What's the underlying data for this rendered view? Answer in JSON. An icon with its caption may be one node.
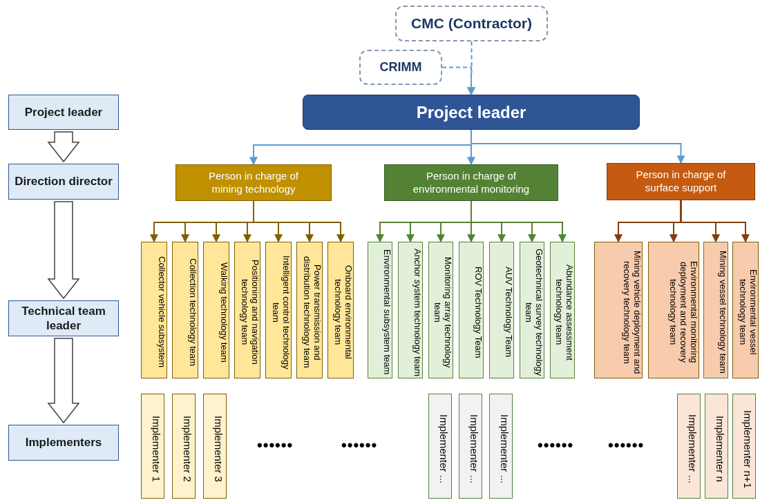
{
  "diagram": {
    "nodes": [
      {
        "text": [
          "CMC (Contractor)"
        ]
      },
      {
        "text": [
          "CRIMM"
        ]
      },
      {
        "text": [
          "Project leader"
        ]
      },
      {
        "text": [
          "Person in charge of mining technology"
        ]
      },
      {
        "text": [
          "Person in charge of environmental monitoring"
        ]
      },
      {
        "text": [
          "Person in charge of surface support"
        ]
      },
      {
        "text": [
          "Collector vehicle subsystem"
        ]
      },
      {
        "text": [
          "Collection technology team"
        ]
      },
      {
        "text": [
          "Walking technology team"
        ]
      },
      {
        "text": [
          "Positioning and navigation technology team"
        ]
      },
      {
        "text": [
          "Intelligent control technology team"
        ]
      },
      {
        "text": [
          "Power transmission and distribution technology team"
        ]
      },
      {
        "text": [
          "Onboard environmental technology team"
        ]
      },
      {
        "text": [
          "Environmental subsystem team"
        ]
      },
      {
        "text": [
          "Anchor system technology team"
        ]
      },
      {
        "text": [
          "Monitoring array technology team"
        ]
      },
      {
        "text": [
          "ROV Technology Team"
        ]
      },
      {
        "text": [
          "AUV Technology Team"
        ]
      },
      {
        "text": [
          "Geotechnical survey technology team"
        ]
      },
      {
        "text": [
          "Abundance assessment technology team"
        ]
      },
      {
        "text": [
          "Mining vehicle deployment and recovery technology team"
        ]
      },
      {
        "text": [
          "Environmental monitoring deployment and recovery technology team"
        ]
      },
      {
        "text": [
          "Mining vessel technology team"
        ]
      },
      {
        "text": [
          "Environmental vessel technology team"
        ]
      },
      {
        "text": [
          "Implementer 1"
        ]
      },
      {
        "text": [
          "Implementer 2"
        ]
      },
      {
        "text": [
          "Implementer 3"
        ]
      },
      {
        "text": [
          "Implementer ..."
        ]
      },
      {
        "text": [
          "Implementer ..."
        ]
      },
      {
        "text": [
          "Implementer ..."
        ]
      },
      {
        "text": [
          "Implementer ..."
        ]
      },
      {
        "text": [
          "Implementer n"
        ]
      },
      {
        "text": [
          "Implementer n+1"
        ]
      },
      {
        "text": [
          "Project leader"
        ]
      },
      {
        "text": [
          "Direction director"
        ]
      },
      {
        "text": [
          "Technical team leader"
        ]
      },
      {
        "text": [
          "Implementers"
        ]
      }
    ],
    "edges": [
      {
        "from": 0,
        "to": 2,
        "arrow": "to",
        "style": "dashed",
        "color": "#5b9bd5"
      },
      {
        "from": 1,
        "to": 2,
        "arrow": "to",
        "style": "dashed",
        "color": "#5b9bd5"
      },
      {
        "from": 2,
        "to": 3,
        "arrow": "to",
        "color": "#5b9bd5"
      },
      {
        "from": 2,
        "to": 4,
        "arrow": "to",
        "color": "#5b9bd5"
      },
      {
        "from": 2,
        "to": 5,
        "arrow": "to",
        "color": "#5b9bd5"
      },
      {
        "from": 3,
        "to": 6,
        "arrow": "to",
        "color": "#7f6000"
      },
      {
        "from": 3,
        "to": 7,
        "arrow": "to",
        "color": "#7f6000"
      },
      {
        "from": 3,
        "to": 8,
        "arrow": "to",
        "color": "#7f6000"
      },
      {
        "from": 3,
        "to": 9,
        "arrow": "to",
        "color": "#7f6000"
      },
      {
        "from": 3,
        "to": 10,
        "arrow": "to",
        "color": "#7f6000"
      },
      {
        "from": 3,
        "to": 11,
        "arrow": "to",
        "color": "#7f6000"
      },
      {
        "from": 3,
        "to": 12,
        "arrow": "to",
        "color": "#7f6000"
      },
      {
        "from": 4,
        "to": 13,
        "arrow": "to",
        "color": "#548235"
      },
      {
        "from": 4,
        "to": 14,
        "arrow": "to",
        "color": "#548235"
      },
      {
        "from": 4,
        "to": 15,
        "arrow": "to",
        "color": "#548235"
      },
      {
        "from": 4,
        "to": 16,
        "arrow": "to",
        "color": "#548235"
      },
      {
        "from": 4,
        "to": 17,
        "arrow": "to",
        "color": "#548235"
      },
      {
        "from": 4,
        "to": 18,
        "arrow": "to",
        "color": "#548235"
      },
      {
        "from": 4,
        "to": 19,
        "arrow": "to",
        "color": "#548235"
      },
      {
        "from": 5,
        "to": 20,
        "arrow": "to",
        "color": "#843c0c"
      },
      {
        "from": 5,
        "to": 21,
        "arrow": "to",
        "color": "#843c0c"
      },
      {
        "from": 5,
        "to": 22,
        "arrow": "to",
        "color": "#843c0c"
      },
      {
        "from": 5,
        "to": 23,
        "arrow": "to",
        "color": "#843c0c"
      },
      {
        "from": 33,
        "to": 34,
        "arrow": "to",
        "style": "thick"
      },
      {
        "from": 34,
        "to": 35,
        "arrow": "to",
        "style": "thick"
      },
      {
        "from": 35,
        "to": 36,
        "arrow": "to",
        "style": "thick"
      }
    ],
    "labels": [
      "••••••",
      "••••••",
      "••••••",
      "••••••"
    ]
  }
}
